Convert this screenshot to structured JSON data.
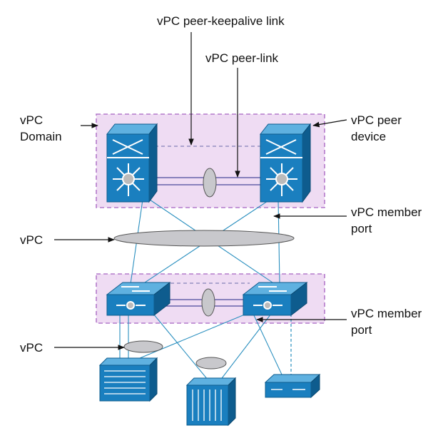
{
  "labels": {
    "keepalive_link": "vPC peer-keepalive link",
    "peer_link": "vPC peer-link",
    "domain_line1": "vPC",
    "domain_line2": "Domain",
    "peer_device_line1": "vPC peer",
    "peer_device_line2": "device",
    "member_port_top_line1": "vPC member",
    "member_port_top_line2": "port",
    "vpc_top": "vPC",
    "member_port_bottom_line1": "vPC member",
    "member_port_bottom_line2": "port",
    "vpc_bottom": "vPC"
  },
  "icons": {
    "core_switch": "nexus-core-switch-icon",
    "access_switch": "access-switch-icon",
    "server_rack": "server-rack-icon",
    "server_tower": "blade-server-icon",
    "appliance": "network-appliance-icon"
  },
  "colors": {
    "device_blue": "#1a7fbf",
    "link_blue": "#2a8fbf",
    "domain_fill": "#efdcf3",
    "domain_border": "#b47acb",
    "ellipse_gray": "#c8c8cc"
  }
}
